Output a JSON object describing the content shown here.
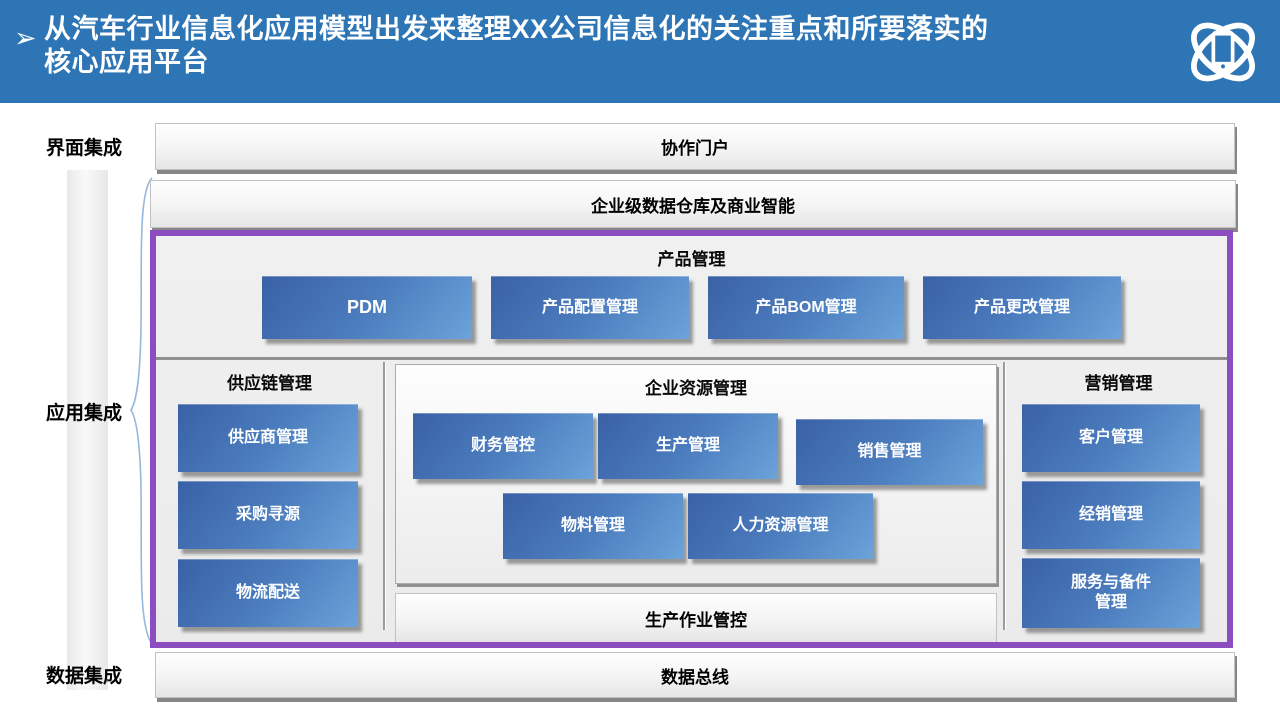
{
  "header": {
    "bullet": "➢",
    "title_line1": "从汽车行业信息化应用模型出发来整理XX公司信息化的关注重点和所要落实的",
    "title_line2": "核心应用平台",
    "logo_icon": "atom-phone-logo"
  },
  "side_labels": {
    "interface": "界面集成",
    "application": "应用集成",
    "data": "数据集成"
  },
  "bars": {
    "portal": "协作门户",
    "dw_bi": "企业级数据仓库及商业智能",
    "production_control": "生产作业管控",
    "data_bus": "数据总线"
  },
  "sections": {
    "product": {
      "title": "产品管理",
      "items": [
        "PDM",
        "产品配置管理",
        "产品BOM管理",
        "产品更改管理"
      ]
    },
    "supply_chain": {
      "title": "供应链管理",
      "items": [
        "供应商管理",
        "采购寻源",
        "物流配送"
      ]
    },
    "erp": {
      "title": "企业资源管理",
      "row1": [
        "财务管控",
        "生产管理",
        "销售管理"
      ],
      "row2": [
        "物料管理",
        "人力资源管理"
      ]
    },
    "marketing": {
      "title": "营销管理",
      "items": [
        "客户管理",
        "经销管理",
        "服务与备件\n管理"
      ]
    }
  },
  "colors": {
    "header_blue": "#2E75B6",
    "purple_border": "#8C4DC0",
    "block_blue_dark": "#3A61A6",
    "block_blue_light": "#6BA3DA",
    "bar_shadow_gray": "#878787"
  }
}
